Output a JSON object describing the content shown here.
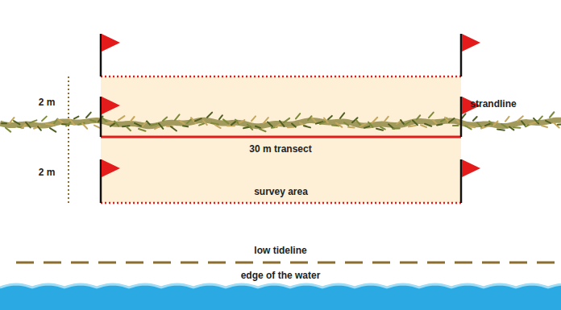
{
  "diagram": {
    "nodes": [
      {
        "text": [
          "survey area"
        ]
      }
    ],
    "labels": [
      "2 m",
      "strandline",
      "2 m",
      "30 m transect",
      "low tideline",
      "edge of the water"
    ]
  }
}
